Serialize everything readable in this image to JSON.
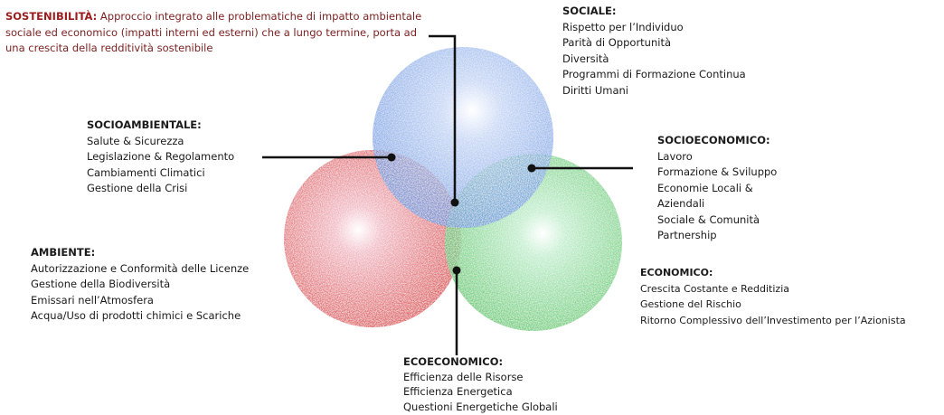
{
  "colors": {
    "social": "#5a8ee0",
    "environment": "#d83a3a",
    "economic": "#3fbf4f",
    "intro_title": "#9b1c1c",
    "intro_text": "#7a1f1f",
    "text": "#1a1a1a",
    "connector": "#111111"
  },
  "intro": {
    "title": "SOSTENIBILITÀ:",
    "description": "Approccio integrato alle problematiche di impatto ambientale sociale ed economico (impatti interni ed esterni) che a lungo termine, porta ad una crescita della redditività sostenibile"
  },
  "sociale": {
    "title": "SOCIALE:",
    "items": [
      "Rispetto per l’Individuo",
      "Parità di Opportunità",
      "Diversità",
      "Programmi di Formazione Continua",
      "Diritti Umani"
    ]
  },
  "socioambientale": {
    "title": "SOCIOAMBIENTALE:",
    "items": [
      "Salute & Sicurezza",
      "Legislazione & Regolamento",
      "Cambiamenti Climatici",
      "Gestione della Crisi"
    ]
  },
  "socioeconomico": {
    "title": "SOCIOECONOMICO:",
    "items": [
      "Lavoro",
      "Formazione & Sviluppo",
      "Economie Locali &",
      "Aziendali",
      "Sociale & Comunità",
      "Partnership"
    ]
  },
  "ambiente": {
    "title": "AMBIENTE:",
    "items": [
      "Autorizzazione e Conformità delle Licenze",
      "Gestione della Biodiversità",
      "Emissari nell’Atmosfera",
      "Acqua/Uso di prodotti chimici e Scariche"
    ]
  },
  "economico": {
    "title": "ECONOMICO:",
    "items": [
      "Crescita Costante e Redditizia",
      "Gestione del Rischio",
      "Ritorno Complessivo dell’Investimento per l’Azionista"
    ]
  },
  "ecoeconomico": {
    "title": "ECOECONOMICO:",
    "items": [
      "Efficienza delle Risorse",
      "Efficienza Energetica",
      "Questioni Energetiche Globali"
    ]
  }
}
